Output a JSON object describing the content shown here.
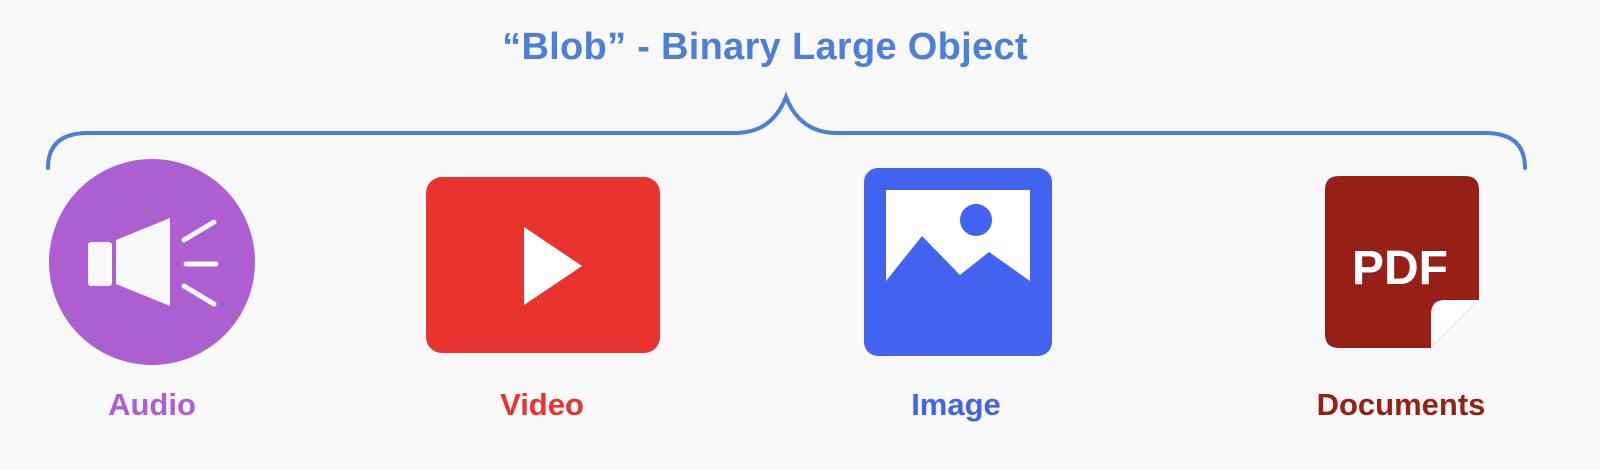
{
  "title": "“Blob” - Binary Large Object",
  "colors": {
    "title": "#4e7fd8",
    "brace": "#4e7fd8",
    "audio": "#ad5fd1",
    "video": "#e8332e",
    "image": "#4163ef",
    "documents": "#962017"
  },
  "items": [
    {
      "label": "Audio",
      "icon": "speaker-icon"
    },
    {
      "label": "Video",
      "icon": "play-icon"
    },
    {
      "label": "Image",
      "icon": "image-icon"
    },
    {
      "label": "Documents",
      "icon": "pdf-document-icon"
    }
  ],
  "pdf_badge": "PDF"
}
